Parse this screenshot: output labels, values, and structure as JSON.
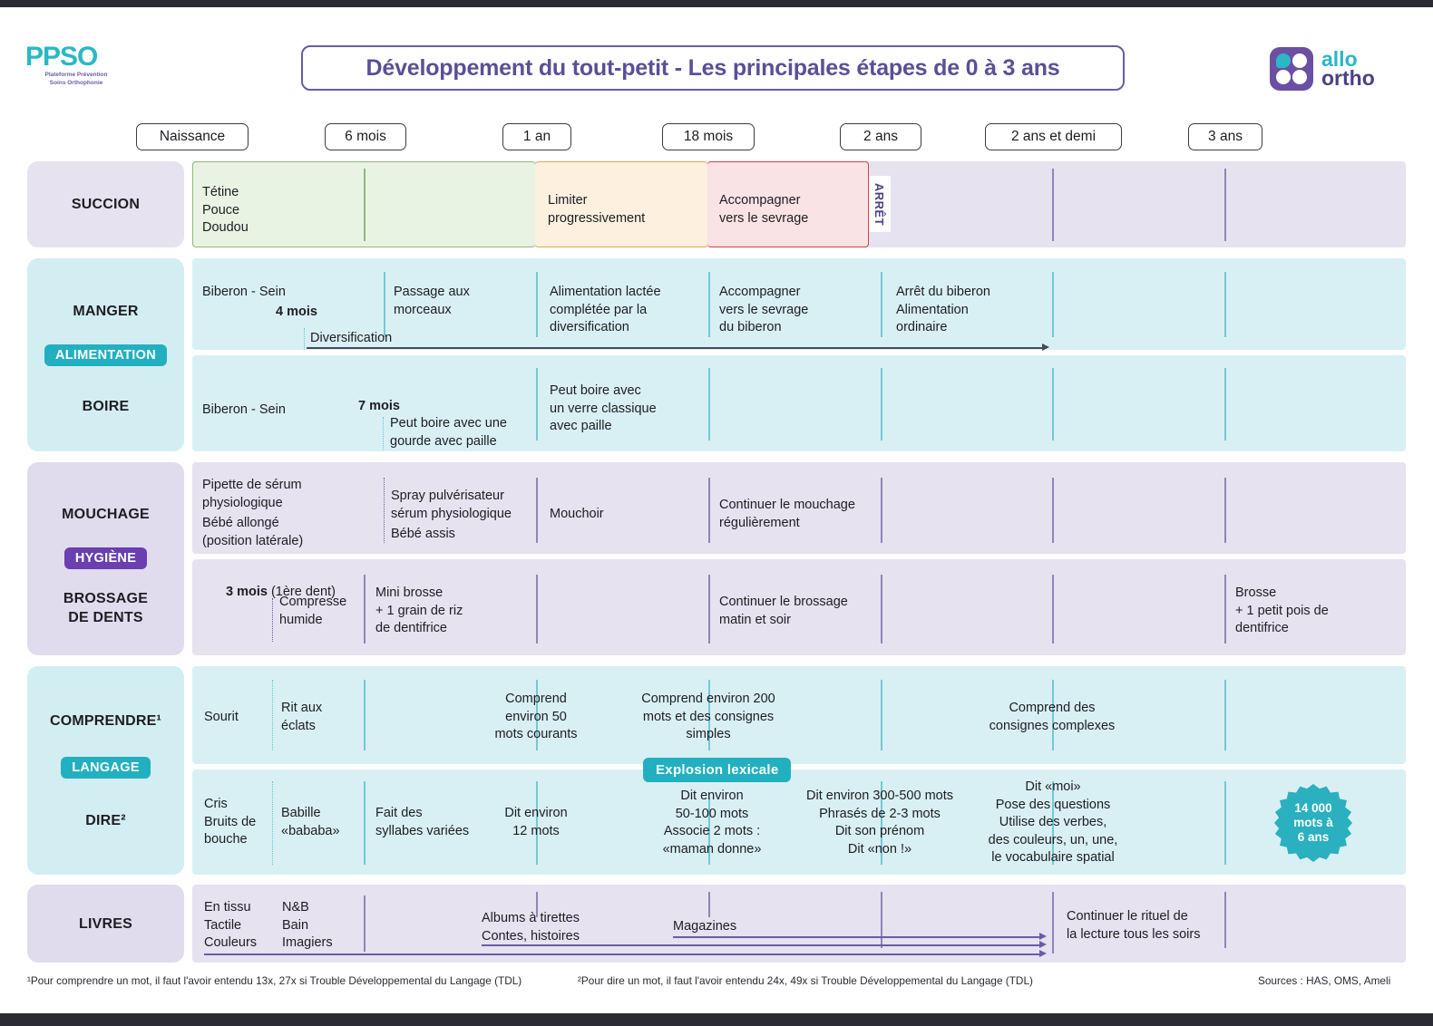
{
  "header": {
    "logo_ppso": {
      "word": "PPSO",
      "sub1": "Plateforme Prévention",
      "sub2": "Soins Orthophonie"
    },
    "title": "Développement du tout-petit - Les principales étapes de 0 à 3 ans",
    "logo_allo": {
      "line1": "allo",
      "line2": "ortho"
    }
  },
  "timeline": [
    {
      "label": "Naissance"
    },
    {
      "label": "6 mois"
    },
    {
      "label": "1 an"
    },
    {
      "label": "18 mois"
    },
    {
      "label": "2 ans"
    },
    {
      "label": "2 ans et demi"
    },
    {
      "label": "3 ans"
    }
  ],
  "rows": {
    "succion": {
      "label": "SUCCION",
      "c1": "Tétine\nPouce\nDoudou",
      "c2": "Limiter\nprogressivement",
      "c3": "Accompagner\nvers le sevrage",
      "stop": "ARRÊT"
    },
    "alimentation": {
      "pill": "ALIMENTATION",
      "manger": {
        "label": "MANGER",
        "c1": "Biberon - Sein",
        "marker": "4 mois",
        "diversification": "Diversification",
        "c2": "Passage aux\nmorceaux",
        "c3": "Alimentation lactée\ncomplétée par la\ndiversification",
        "c4": "Accompagner\nvers le sevrage\ndu biberon",
        "c5": "Arrêt du biberon\nAlimentation\nordinaire"
      },
      "boire": {
        "label": "BOIRE",
        "c1": "Biberon - Sein",
        "marker": "7 mois",
        "c2": "Peut boire avec une\ngourde avec paille",
        "c3": "Peut boire avec\nun verre classique\navec paille"
      }
    },
    "hygiene": {
      "pill": "HYGIÈNE",
      "mouchage": {
        "label": "MOUCHAGE",
        "c1": "Pipette de sérum\nphysiologique",
        "c1b": "Bébé allongé\n(position latérale)",
        "c2": "Spray pulvérisateur\nsérum physiologique",
        "c2b": "Bébé assis",
        "c3": "Mouchoir",
        "c4": "Continuer le mouchage\nrégulièrement"
      },
      "brossage": {
        "label": "BROSSAGE\nDE DENTS",
        "marker_bold": "3 mois",
        "marker_rest": "(1ère dent)",
        "c1": "Compresse\nhumide",
        "c2": "Mini brosse\n+ 1 grain de riz\nde dentifrice",
        "c3": "Continuer le brossage\nmatin et soir",
        "c4": "Brosse\n+ 1 petit pois de\ndentifrice"
      }
    },
    "langage": {
      "pill": "LANGAGE",
      "comprendre": {
        "label": "COMPRENDRE¹",
        "c1": "Sourit",
        "c2": "Rit aux\néclats",
        "c3": "Comprend\nenviron 50\nmots courants",
        "c4": "Comprend environ 200\nmots et des consignes\nsimples",
        "c5": "Comprend des\nconsignes complexes"
      },
      "explosion": "Explosion lexicale",
      "dire": {
        "label": "DIRE²",
        "c1": "Cris\nBruits de\nbouche",
        "c2": "Babille\n«bababa»",
        "c3": "Fait des\nsyllabes variées",
        "c4": "Dit environ\n12 mots",
        "c5": "Dit environ\n50-100 mots\nAssocie 2 mots :\n«maman donne»",
        "c6": "Dit environ 300-500 mots\nPhrasés de 2-3 mots\nDit son prénom\nDit «non !»",
        "c7": "Dit «moi»\nPose des questions\nUtilise des verbes,\ndes couleurs, un, une,\nle vocabulaire spatial",
        "badge": "14 000\nmots à\n6 ans"
      }
    },
    "livres": {
      "label": "LIVRES",
      "c1a": "En tissu\nTactile\nCouleurs",
      "c1b": "N&B\nBain\nImagiers",
      "c2": "Albums à tirettes\nContes, histoires",
      "c3": "Magazines",
      "c4": "Continuer le rituel de\nla lecture tous les soirs"
    }
  },
  "footnotes": {
    "f1": "¹Pour comprendre un mot, il faut l'avoir entendu 13x, 27x si Trouble Développemental du Langage (TDL)",
    "f2": "²Pour dire un mot, il faut l'avoir entendu 24x, 49x si Trouble Développemental du Langage (TDL)",
    "sources": "Sources : HAS, OMS, Ameli"
  },
  "colors": {
    "teal": "#22b0c0",
    "violet": "#6a3fb0",
    "title_purple": "#5b4f96",
    "band_teal_bg": "#dcf2f6",
    "band_violet_bg": "#e6e2f0",
    "green": "#e9f3e3",
    "orange": "#fdf0df",
    "red": "#fae3e4"
  }
}
